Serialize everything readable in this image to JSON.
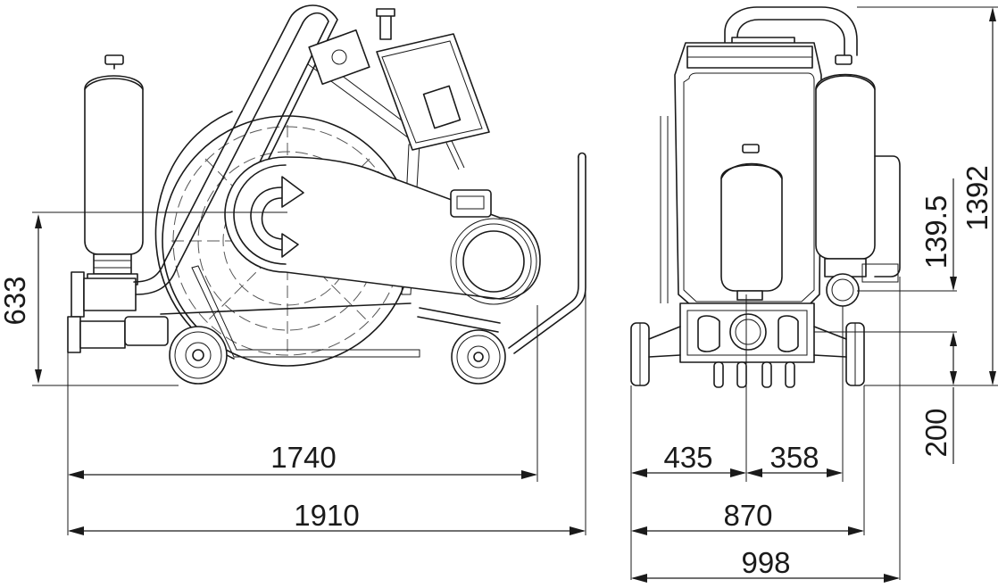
{
  "dimensions": {
    "side_height": "633",
    "side_length_inner": "1740",
    "side_length_total": "1910",
    "front_left_half": "435",
    "front_right_half": "358",
    "front_width": "870",
    "front_width_total": "998",
    "front_height_mid": "139.5",
    "front_height_total": "1392",
    "front_height_low": "200"
  }
}
